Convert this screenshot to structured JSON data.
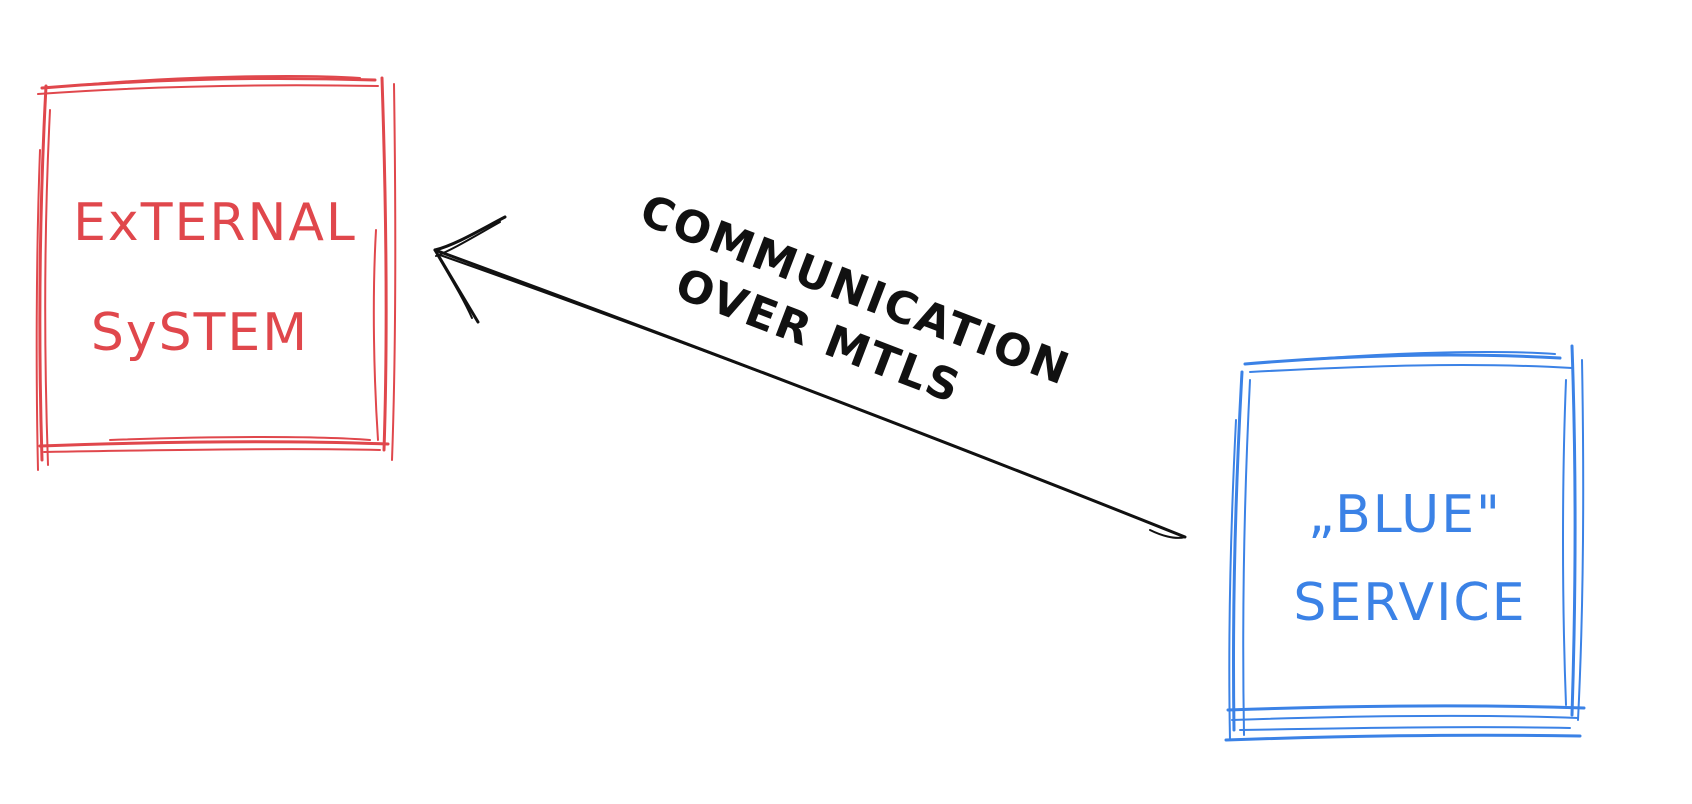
{
  "colors": {
    "external": "#e0474c",
    "service": "#3b82e6",
    "arrow": "#111111",
    "background": "#ffffff"
  },
  "external_system": {
    "line1": "ExTERNAL",
    "line2": "SySTEM"
  },
  "blue_service": {
    "line1": "„BLUE\"",
    "line2": "SERVICE"
  },
  "connection": {
    "line1": "COMMUNICATION",
    "line2": "OVER MTLS"
  }
}
